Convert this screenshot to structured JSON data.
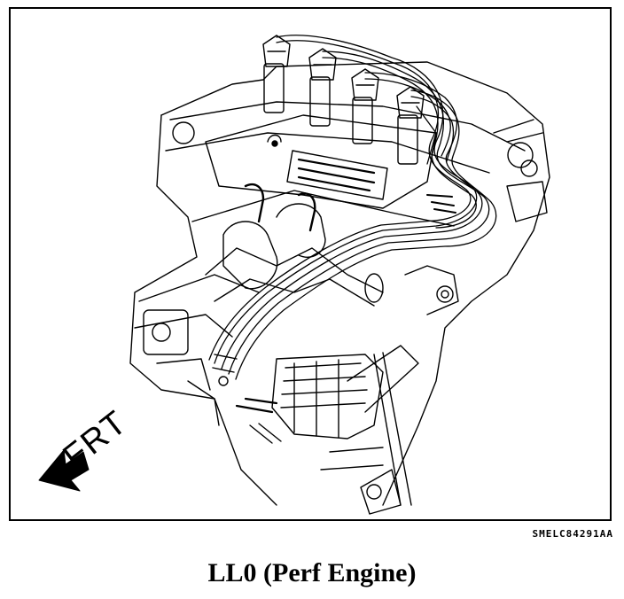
{
  "figure": {
    "direction_label": "FRT",
    "illustration_code": "SMELC84291AA",
    "caption": "LL0 (Perf Engine)"
  },
  "colors": {
    "ink": "#000000",
    "paper": "#ffffff"
  },
  "icons": {
    "direction": "front-direction-arrow-icon"
  }
}
